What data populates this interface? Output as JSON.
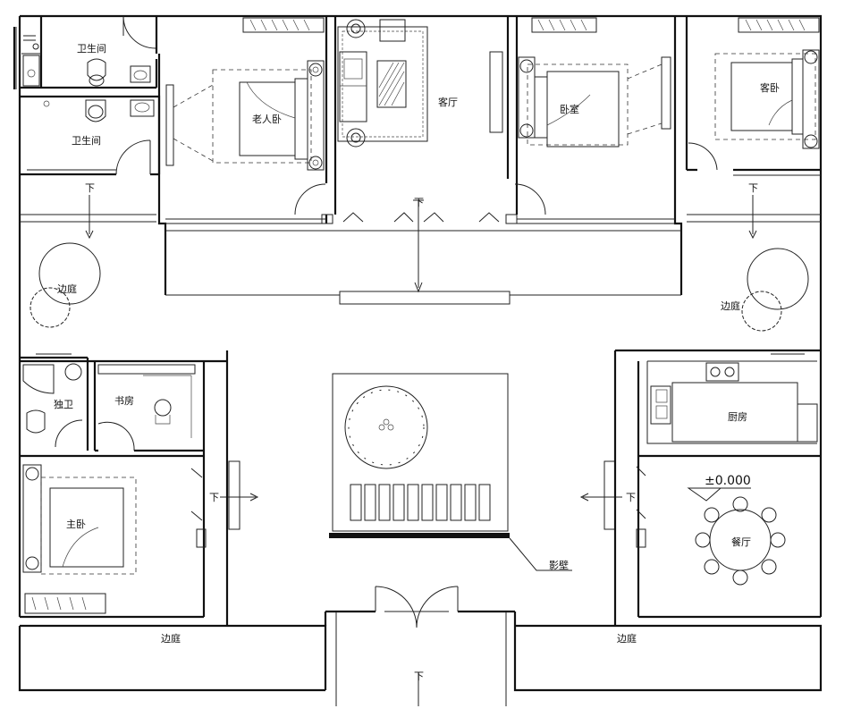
{
  "labels": {
    "bath_top": "卫生间",
    "bath_2": "卫生间",
    "elder_bedroom": "老人卧",
    "living_room": "客厅",
    "bedroom": "卧室",
    "guest_room": "客卧",
    "side_court_left": "边庭",
    "side_court_right": "边庭",
    "private_bath": "独卫",
    "study": "书房",
    "kitchen": "厨房",
    "master_bedroom": "主卧",
    "dining": "餐厅",
    "elevation": "±0.000",
    "screen_wall": "影壁",
    "side_court_bottom_left": "边庭",
    "side_court_bottom_right": "边庭"
  },
  "stair_down": "下"
}
